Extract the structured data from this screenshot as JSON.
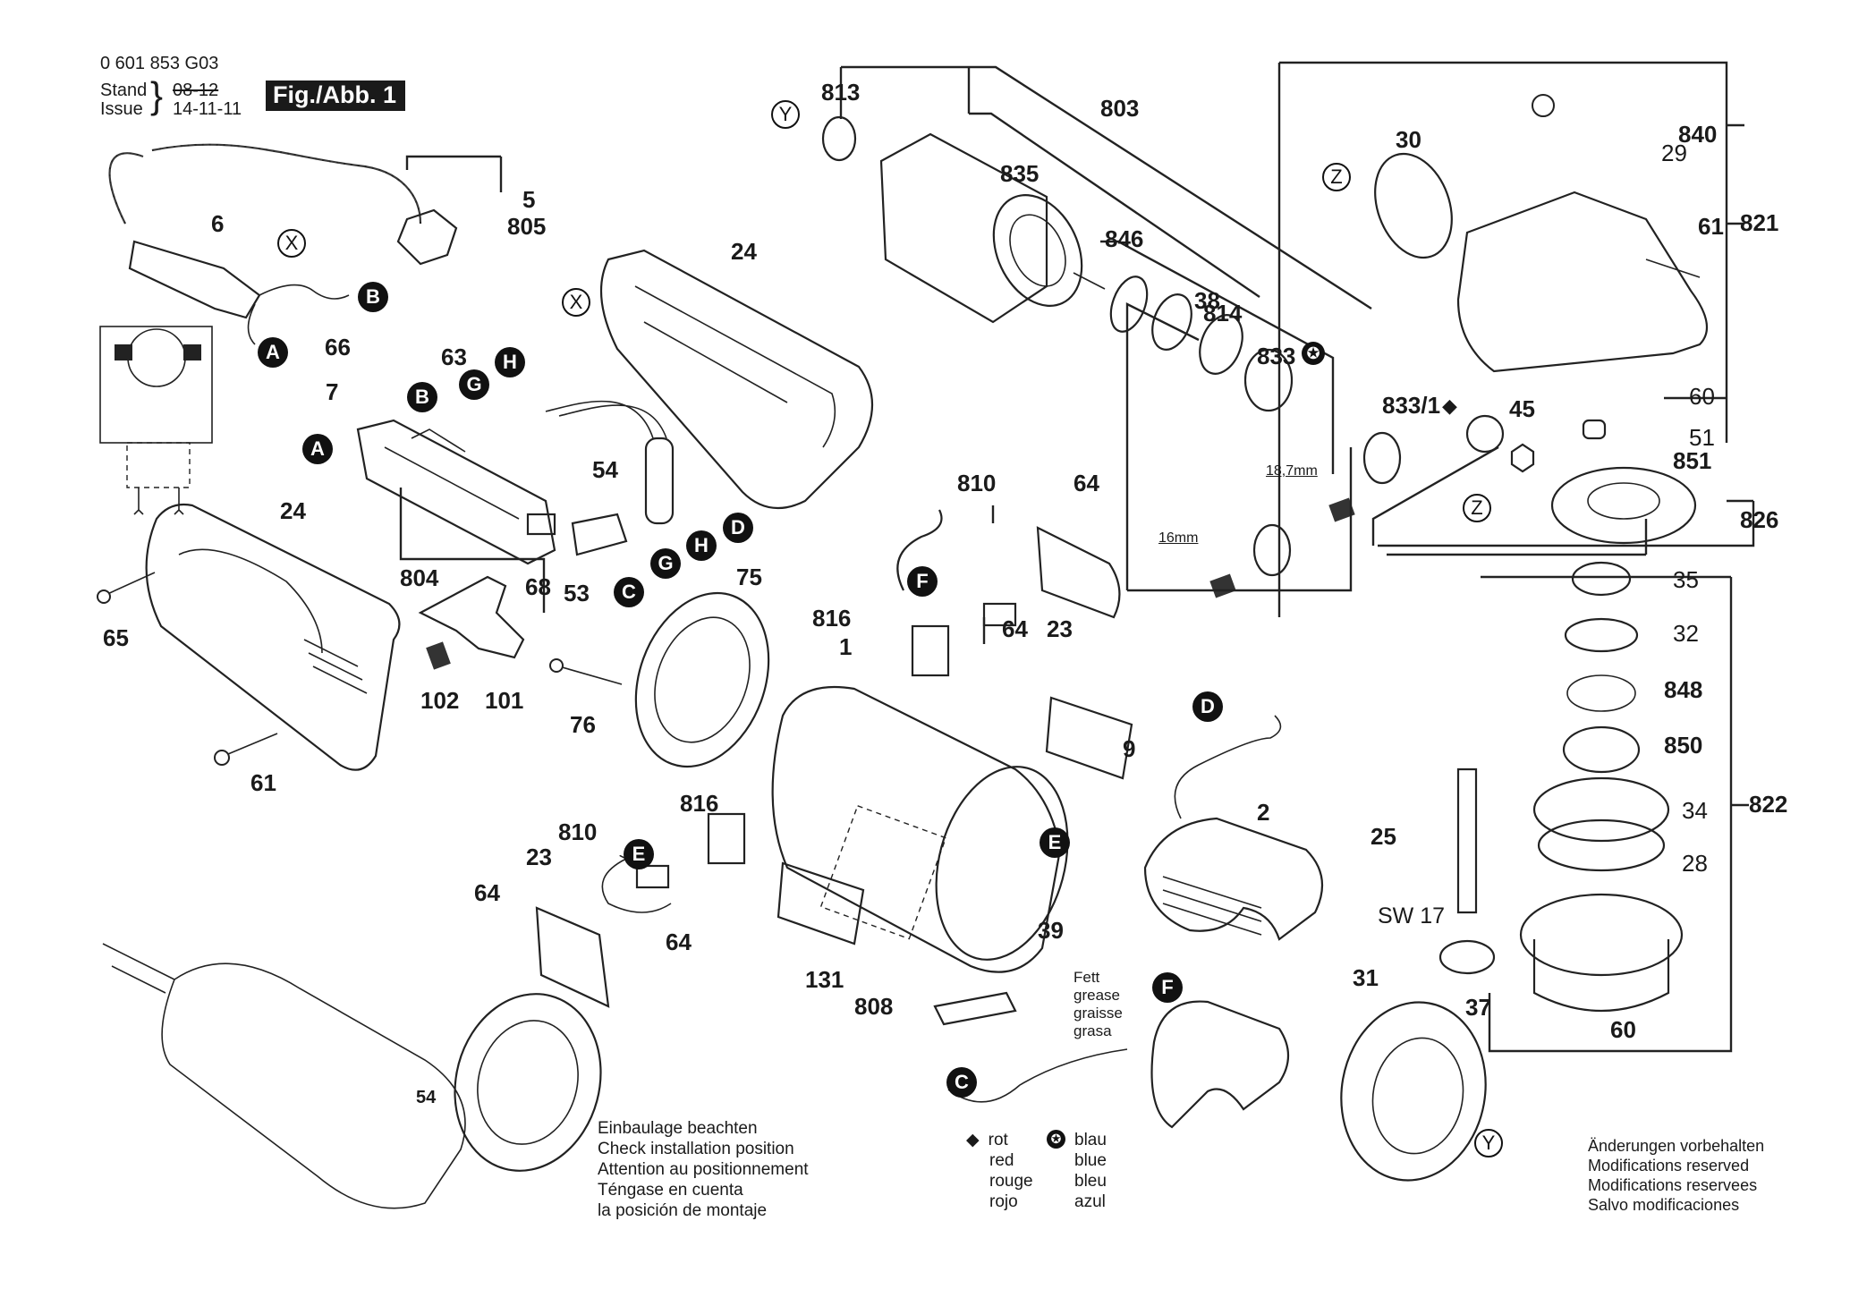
{
  "header": {
    "part_number": "0 601 853 G03",
    "stand_label": "Stand",
    "stand_value_struck": "08-12",
    "issue_label": "Issue",
    "issue_value": "14-11-11",
    "figure_badge": "Fig./Abb. 1"
  },
  "part_labels": [
    {
      "id": "5",
      "label": "5"
    },
    {
      "id": "805",
      "label": "805"
    },
    {
      "id": "6",
      "label": "6"
    },
    {
      "id": "66",
      "label": "66"
    },
    {
      "id": "63",
      "label": "63"
    },
    {
      "id": "7",
      "label": "7"
    },
    {
      "id": "54",
      "label": "54"
    },
    {
      "id": "804",
      "label": "804"
    },
    {
      "id": "68",
      "label": "68"
    },
    {
      "id": "53",
      "label": "53"
    },
    {
      "id": "24a",
      "label": "24"
    },
    {
      "id": "24b",
      "label": "24"
    },
    {
      "id": "65",
      "label": "65"
    },
    {
      "id": "61a",
      "label": "61"
    },
    {
      "id": "102",
      "label": "102"
    },
    {
      "id": "101",
      "label": "101"
    },
    {
      "id": "75",
      "label": "75"
    },
    {
      "id": "76",
      "label": "76"
    },
    {
      "id": "813",
      "label": "813"
    },
    {
      "id": "835",
      "label": "835"
    },
    {
      "id": "803",
      "label": "803"
    },
    {
      "id": "846",
      "label": "846"
    },
    {
      "id": "38",
      "label": "38"
    },
    {
      "id": "814",
      "label": "814"
    },
    {
      "id": "833",
      "label": "833"
    },
    {
      "id": "833_1",
      "label": "833/1"
    },
    {
      "id": "45",
      "label": "45"
    },
    {
      "id": "30",
      "label": "30"
    },
    {
      "id": "840",
      "label": "840"
    },
    {
      "id": "29",
      "label": "29"
    },
    {
      "id": "61b",
      "label": "61"
    },
    {
      "id": "821",
      "label": "821"
    },
    {
      "id": "60a",
      "label": "60"
    },
    {
      "id": "51",
      "label": "51"
    },
    {
      "id": "851",
      "label": "851"
    },
    {
      "id": "826",
      "label": "826"
    },
    {
      "id": "35",
      "label": "35"
    },
    {
      "id": "32",
      "label": "32"
    },
    {
      "id": "848",
      "label": "848"
    },
    {
      "id": "850",
      "label": "850"
    },
    {
      "id": "34",
      "label": "34"
    },
    {
      "id": "822",
      "label": "822"
    },
    {
      "id": "28",
      "label": "28"
    },
    {
      "id": "60b",
      "label": "60"
    },
    {
      "id": "25",
      "label": "25"
    },
    {
      "id": "37",
      "label": "37"
    },
    {
      "id": "31",
      "label": "31"
    },
    {
      "id": "810a",
      "label": "810"
    },
    {
      "id": "64a",
      "label": "64"
    },
    {
      "id": "816a",
      "label": "816"
    },
    {
      "id": "64b",
      "label": "64"
    },
    {
      "id": "23a",
      "label": "23"
    },
    {
      "id": "1",
      "label": "1"
    },
    {
      "id": "9",
      "label": "9"
    },
    {
      "id": "2",
      "label": "2"
    },
    {
      "id": "39",
      "label": "39"
    },
    {
      "id": "808",
      "label": "808"
    },
    {
      "id": "131",
      "label": "131"
    },
    {
      "id": "816b",
      "label": "816"
    },
    {
      "id": "810b",
      "label": "810"
    },
    {
      "id": "23b",
      "label": "23"
    },
    {
      "id": "64c",
      "label": "64"
    },
    {
      "id": "64d",
      "label": "64"
    },
    {
      "id": "54b",
      "label": "54"
    }
  ],
  "spanner_label": "SW 17",
  "dimensions": {
    "d1": "18,7mm",
    "d2": "16mm"
  },
  "connector_markers": [
    {
      "id": "B1",
      "letter": "B"
    },
    {
      "id": "A1",
      "letter": "A"
    },
    {
      "id": "B2",
      "letter": "B"
    },
    {
      "id": "A2",
      "letter": "A"
    },
    {
      "id": "H1",
      "letter": "H"
    },
    {
      "id": "G1",
      "letter": "G"
    },
    {
      "id": "D1",
      "letter": "D"
    },
    {
      "id": "H2",
      "letter": "H"
    },
    {
      "id": "G2",
      "letter": "G"
    },
    {
      "id": "C1",
      "letter": "C"
    },
    {
      "id": "F1",
      "letter": "F"
    },
    {
      "id": "D2",
      "letter": "D"
    },
    {
      "id": "E1",
      "letter": "E"
    },
    {
      "id": "E2",
      "letter": "E"
    },
    {
      "id": "F2",
      "letter": "F"
    },
    {
      "id": "C2",
      "letter": "C"
    }
  ],
  "reference_markers": [
    {
      "id": "X1",
      "letter": "X"
    },
    {
      "id": "X2",
      "letter": "X"
    },
    {
      "id": "Y1",
      "letter": "Y"
    },
    {
      "id": "Y2",
      "letter": "Y"
    },
    {
      "id": "Z1",
      "letter": "Z"
    },
    {
      "id": "Z2",
      "letter": "Z"
    }
  ],
  "grease_note": [
    "Fett",
    "grease",
    "graisse",
    "grasa"
  ],
  "installation_note": [
    "Einbaulage beachten",
    "Check installation position",
    "Attention au positionnement",
    "Téngase en cuenta",
    "la posición de montaje"
  ],
  "color_legend": {
    "red": {
      "symbol": "diamond",
      "lines": [
        "rot",
        "red",
        "rouge",
        "rojo"
      ]
    },
    "blue": {
      "symbol": "star-circle",
      "lines": [
        "blau",
        "blue",
        "bleu",
        "azul"
      ]
    }
  },
  "modifications_note": [
    "Änderungen vorbehalten",
    "Modifications reserved",
    "Modifications reservees",
    "Salvo modificaciones"
  ]
}
